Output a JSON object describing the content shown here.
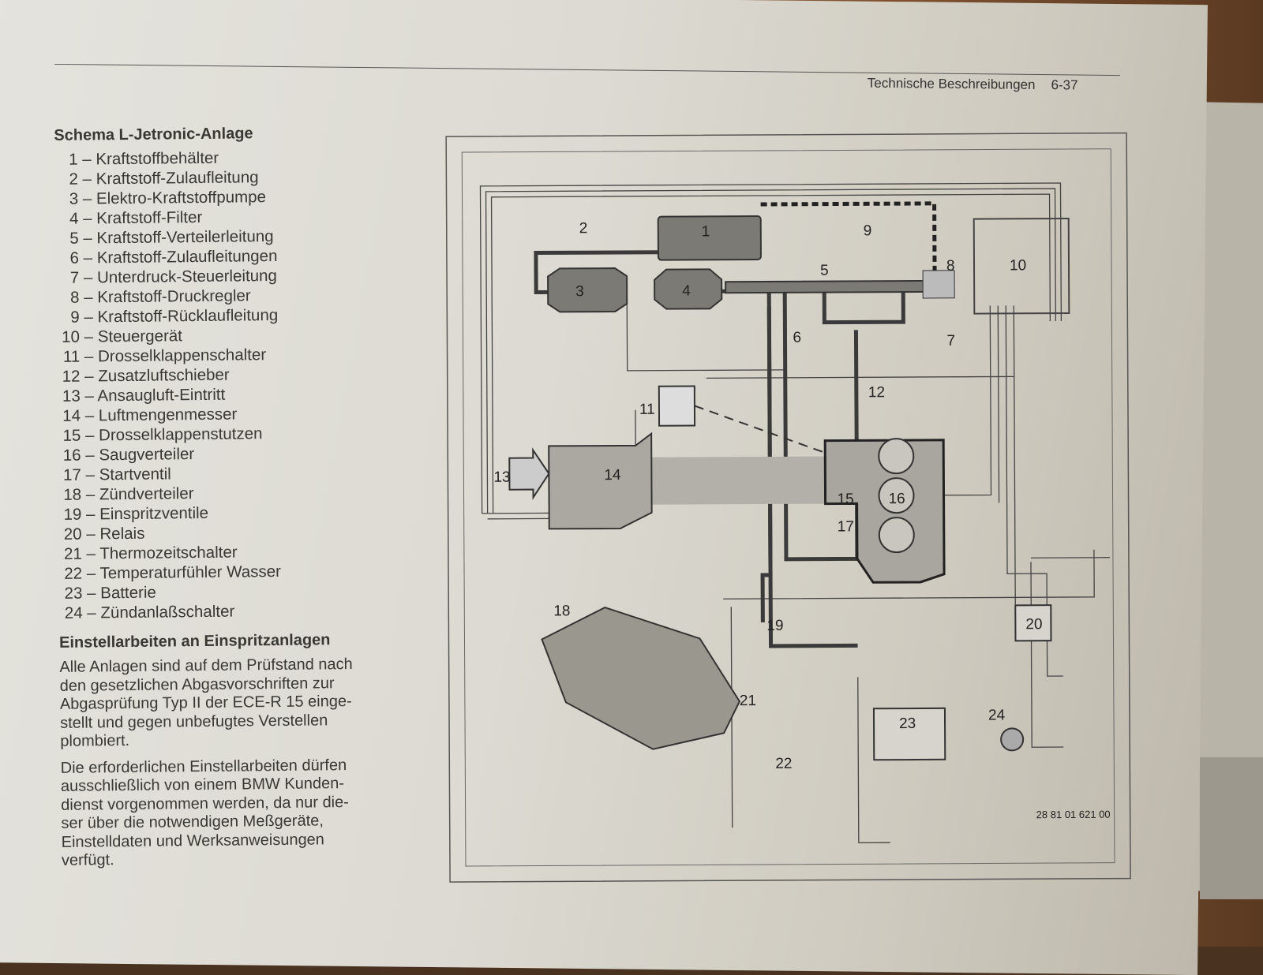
{
  "header": {
    "section": "Technische Beschreibungen",
    "page": "6-37"
  },
  "schema": {
    "title": "Schema L-Jetronic-Anlage",
    "items": [
      {
        "n": "1",
        "label": "Kraftstoffbehälter"
      },
      {
        "n": "2",
        "label": "Kraftstoff-Zulaufleitung"
      },
      {
        "n": "3",
        "label": "Elektro-Kraftstoffpumpe"
      },
      {
        "n": "4",
        "label": "Kraftstoff-Filter"
      },
      {
        "n": "5",
        "label": "Kraftstoff-Verteilerleitung"
      },
      {
        "n": "6",
        "label": "Kraftstoff-Zulaufleitungen"
      },
      {
        "n": "7",
        "label": "Unterdruck-Steuerleitung"
      },
      {
        "n": "8",
        "label": "Kraftstoff-Druckregler"
      },
      {
        "n": "9",
        "label": "Kraftstoff-Rücklaufleitung"
      },
      {
        "n": "10",
        "label": "Steuergerät"
      },
      {
        "n": "11",
        "label": "Drosselklappenschalter"
      },
      {
        "n": "12",
        "label": "Zusatzluftschieber"
      },
      {
        "n": "13",
        "label": "Ansaugluft-Eintritt"
      },
      {
        "n": "14",
        "label": "Luftmengenmesser"
      },
      {
        "n": "15",
        "label": "Drosselklappenstutzen"
      },
      {
        "n": "16",
        "label": "Saugverteiler"
      },
      {
        "n": "17",
        "label": "Startventil"
      },
      {
        "n": "18",
        "label": "Zündverteiler"
      },
      {
        "n": "19",
        "label": "Einspritzventile"
      },
      {
        "n": "20",
        "label": "Relais"
      },
      {
        "n": "21",
        "label": "Thermozeitschalter"
      },
      {
        "n": "22",
        "label": "Temperaturfühler Wasser"
      },
      {
        "n": "23",
        "label": "Batterie"
      },
      {
        "n": "24",
        "label": "Zündanlaßschalter"
      }
    ]
  },
  "section2": {
    "title": "Einstellarbeiten an Einspritzanlagen",
    "para1": [
      "Alle Anlagen sind auf dem Prüfstand nach",
      "den gesetzlichen Abgasvorschriften zur",
      "Abgasprüfung Typ II der ECE-R 15 einge-",
      "stellt und gegen unbefugtes Verstellen",
      "plombiert."
    ],
    "para2": [
      "Die erforderlichen Einstellarbeiten dürfen",
      "ausschließlich von einem BMW Kunden-",
      "dienst vorgenommen werden, da nur die-",
      "ser über die notwendigen Meßgeräte,",
      "Einstelldaten und Werksanweisungen",
      "verfügt."
    ]
  },
  "diagram": {
    "labels": {
      "l1": "1",
      "l2": "2",
      "l3": "3",
      "l4": "4",
      "l5": "5",
      "l6": "6",
      "l7": "7",
      "l8": "8",
      "l9": "9",
      "l10": "10",
      "l11": "11",
      "l12": "12",
      "l13": "13",
      "l14": "14",
      "l15": "15",
      "l16": "16",
      "l17": "17",
      "l18": "18",
      "l19": "19",
      "l20": "20",
      "l21": "21",
      "l22": "22",
      "l23": "23",
      "l24": "24"
    },
    "code": "28 81 01 621 00"
  }
}
